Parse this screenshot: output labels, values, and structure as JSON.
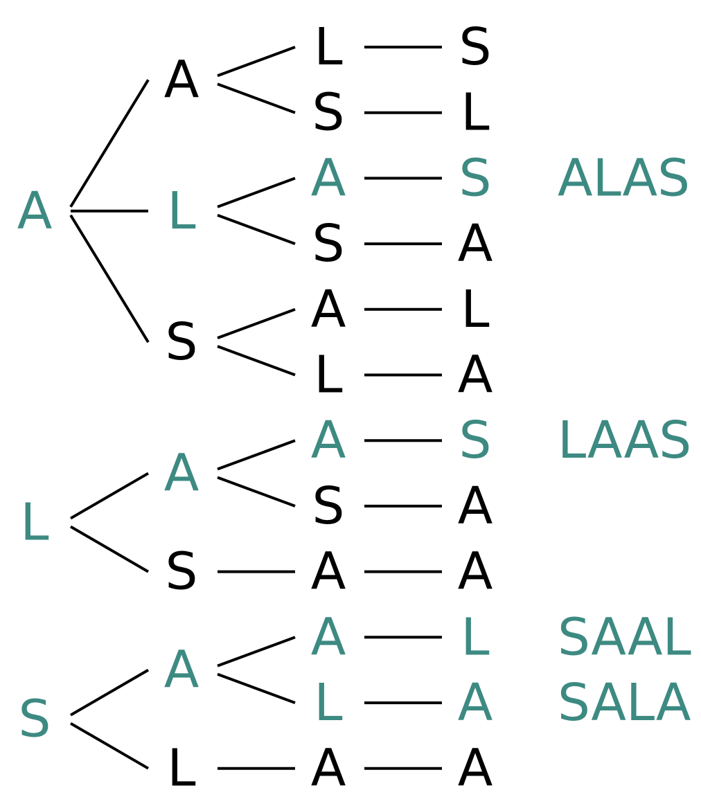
{
  "colors": {
    "default": "#000000",
    "highlight": "#3d8a82"
  },
  "tree": [
    {
      "letter": "A",
      "highlight": true,
      "children": [
        {
          "letter": "A",
          "highlight": false,
          "children": [
            {
              "letter": "L",
              "highlight": false,
              "children": [
                {
                  "letter": "S",
                  "highlight": false
                }
              ]
            },
            {
              "letter": "S",
              "highlight": false,
              "children": [
                {
                  "letter": "L",
                  "highlight": false
                }
              ]
            }
          ]
        },
        {
          "letter": "L",
          "highlight": true,
          "children": [
            {
              "letter": "A",
              "highlight": true,
              "children": [
                {
                  "letter": "S",
                  "highlight": true,
                  "word": "ALAS"
                }
              ]
            },
            {
              "letter": "S",
              "highlight": false,
              "children": [
                {
                  "letter": "A",
                  "highlight": false
                }
              ]
            }
          ]
        },
        {
          "letter": "S",
          "highlight": false,
          "children": [
            {
              "letter": "A",
              "highlight": false,
              "children": [
                {
                  "letter": "L",
                  "highlight": false
                }
              ]
            },
            {
              "letter": "L",
              "highlight": false,
              "children": [
                {
                  "letter": "A",
                  "highlight": false
                }
              ]
            }
          ]
        }
      ]
    },
    {
      "letter": "L",
      "highlight": true,
      "children": [
        {
          "letter": "A",
          "highlight": true,
          "children": [
            {
              "letter": "A",
              "highlight": true,
              "children": [
                {
                  "letter": "S",
                  "highlight": true,
                  "word": "LAAS"
                }
              ]
            },
            {
              "letter": "S",
              "highlight": false,
              "children": [
                {
                  "letter": "A",
                  "highlight": false
                }
              ]
            }
          ]
        },
        {
          "letter": "S",
          "highlight": false,
          "children": [
            {
              "letter": "A",
              "highlight": false,
              "children": [
                {
                  "letter": "A",
                  "highlight": false
                }
              ]
            }
          ]
        }
      ]
    },
    {
      "letter": "S",
      "highlight": true,
      "children": [
        {
          "letter": "A",
          "highlight": true,
          "children": [
            {
              "letter": "A",
              "highlight": true,
              "children": [
                {
                  "letter": "L",
                  "highlight": true,
                  "word": "SAAL"
                }
              ]
            },
            {
              "letter": "L",
              "highlight": true,
              "children": [
                {
                  "letter": "A",
                  "highlight": true,
                  "word": "SALA"
                }
              ]
            }
          ]
        },
        {
          "letter": "L",
          "highlight": false,
          "children": [
            {
              "letter": "A",
              "highlight": false,
              "children": [
                {
                  "letter": "A",
                  "highlight": false
                }
              ]
            }
          ]
        }
      ]
    }
  ]
}
